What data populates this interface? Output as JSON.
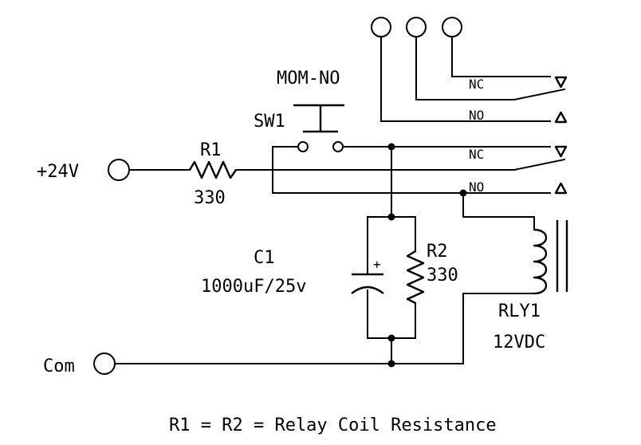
{
  "labels": {
    "supply": "+24V",
    "common": "Com",
    "r1_name": "R1",
    "r1_value": "330",
    "r2_name": "R2",
    "r2_value": "330",
    "c1_name": "C1",
    "c1_value": "1000uF/25v",
    "c1_polarity": "+",
    "sw1_name": "SW1",
    "sw1_type": "MOM-NO",
    "relay_name": "RLY1",
    "relay_rating": "12VDC",
    "contact_nc_top": "NC",
    "contact_no_top": "NO",
    "contact_nc_mid": "NC",
    "contact_no_mid": "NO",
    "note": "R1 = R2 = Relay Coil Resistance"
  }
}
